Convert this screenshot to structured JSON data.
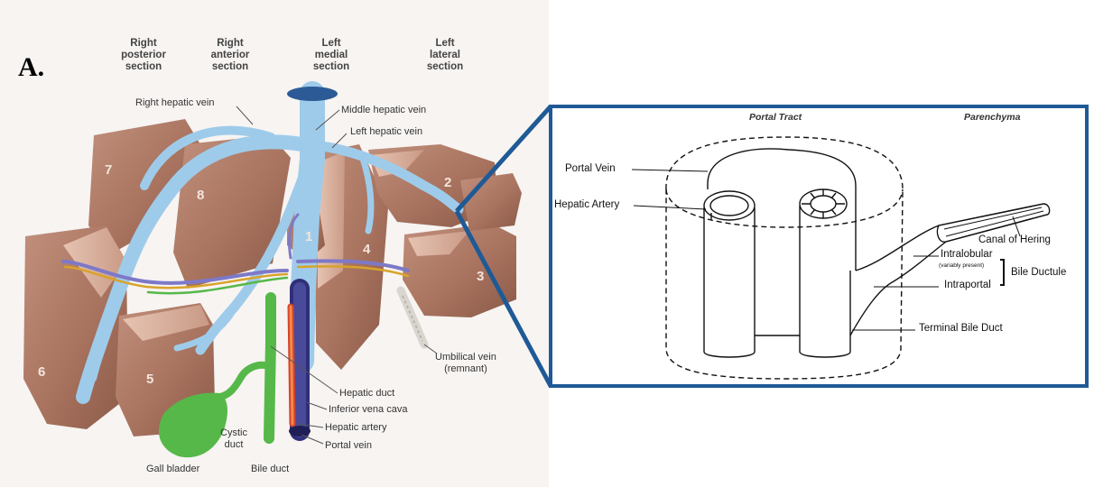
{
  "panel_label": "A.",
  "sections": [
    {
      "line1": "Right",
      "line2": "posterior",
      "line3": "section"
    },
    {
      "line1": "Right",
      "line2": "anterior",
      "line3": "section"
    },
    {
      "line1": "Left",
      "line2": "medial",
      "line3": "section"
    },
    {
      "line1": "Left",
      "line2": "lateral",
      "line3": "section"
    }
  ],
  "liver_labels": {
    "right_hepatic_vein": "Right hepatic vein",
    "middle_hepatic_vein": "Middle hepatic vein",
    "left_hepatic_vein": "Left hepatic vein",
    "umbilical_vein_1": "Umbilical vein",
    "umbilical_vein_2": "(remnant)",
    "hepatic_duct": "Hepatic duct",
    "inferior_vena_cava": "Inferior vena cava",
    "hepatic_artery": "Hepatic artery",
    "portal_vein": "Portal vein",
    "cystic_duct_1": "Cystic",
    "cystic_duct_2": "duct",
    "gall_bladder": "Gall bladder",
    "bile_duct": "Bile duct"
  },
  "segments": [
    "1",
    "2",
    "3",
    "4",
    "5",
    "6",
    "7",
    "8"
  ],
  "portal_panel": {
    "header_left": "Portal Tract",
    "header_right": "Parenchyma",
    "portal_vein": "Portal Vein",
    "hepatic_artery": "Hepatic Artery",
    "canal_of_hering": "Canal of Hering",
    "intralobular": "Intralobular",
    "variably_present": "(variably present)",
    "bile_ductule": "Bile Ductule",
    "intraportal": "Intraportal",
    "terminal_bile_duct": "Terminal Bile Duct"
  },
  "colors": {
    "liver": "#a8735f",
    "vein": "#9fcbea",
    "bile": "#56b848",
    "frame": "#1f5a96"
  }
}
